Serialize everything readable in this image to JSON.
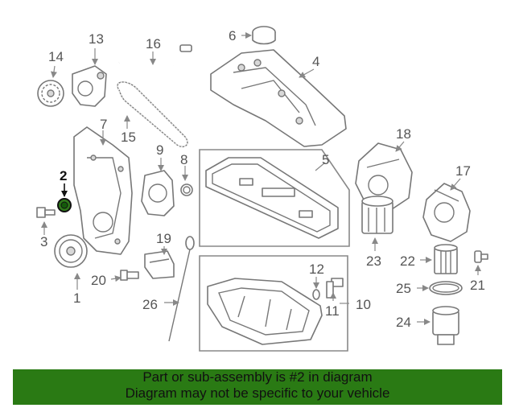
{
  "diagram": {
    "labels": {
      "l1": "1",
      "l2": "2",
      "l3": "3",
      "l4": "4",
      "l5": "5",
      "l6": "6",
      "l7": "7",
      "l8": "8",
      "l9": "9",
      "l10": "10",
      "l11": "11",
      "l12": "12",
      "l13": "13",
      "l14": "14",
      "l15": "15",
      "l16": "16",
      "l17": "17",
      "l18": "18",
      "l19": "19",
      "l20": "20",
      "l21": "21",
      "l22": "22",
      "l23": "23",
      "l24": "24",
      "l25": "25",
      "l26": "26"
    },
    "highlighted_part": "2"
  },
  "banner": {
    "line1": "Part or sub-assembly is #2 in diagram",
    "line2": "Diagram may not be specific to your vehicle",
    "color": "#2a7a14"
  }
}
